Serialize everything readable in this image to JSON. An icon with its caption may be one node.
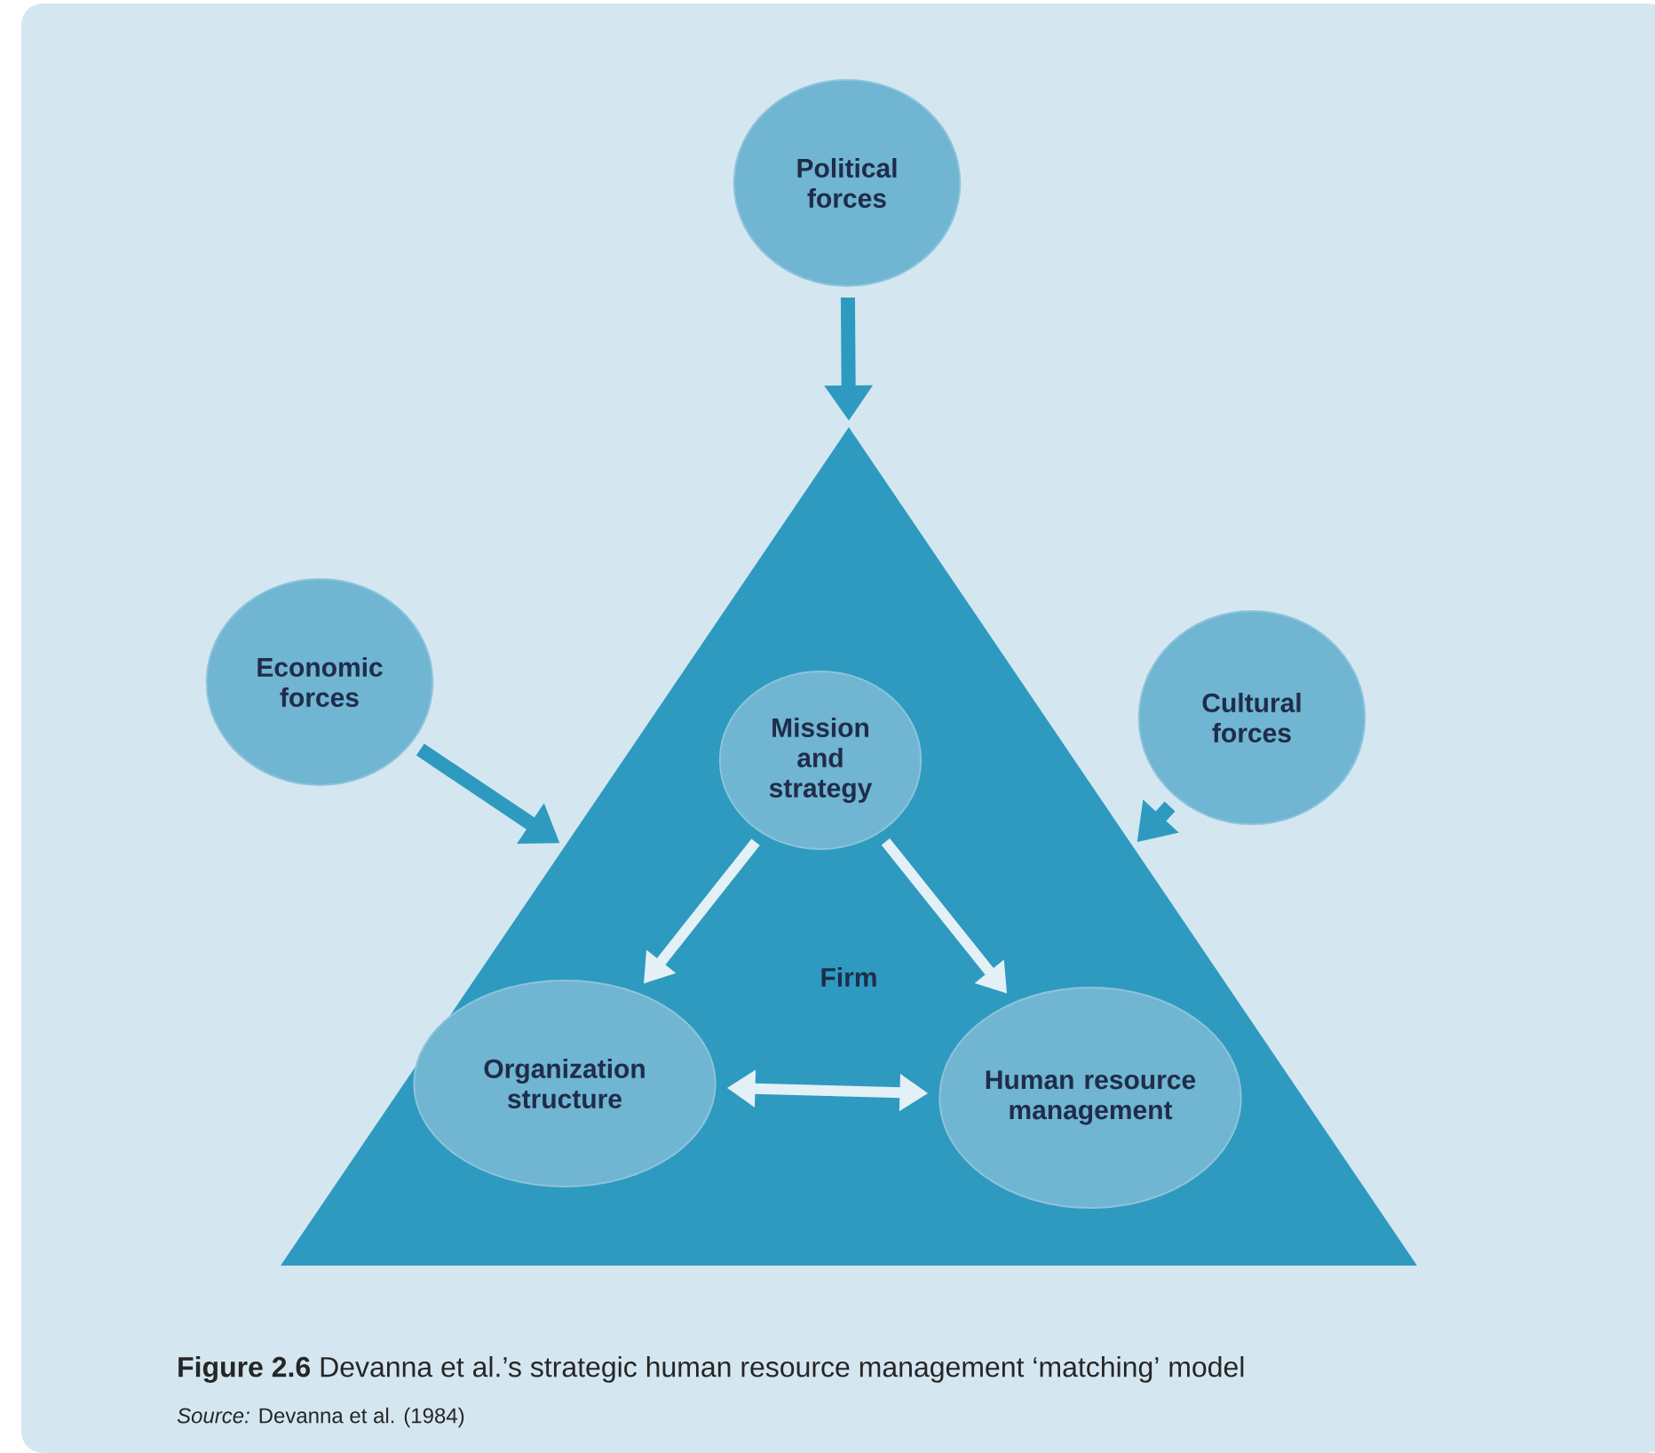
{
  "diagram": {
    "caption": "**Figure 2.6**  Devanna et al.’s strategic human resource management ‘matching’ model",
    "nodes": [
      {
        "text": [
          "Political forces"
        ]
      },
      {
        "text": [
          "Economic forces"
        ]
      },
      {
        "text": [
          "Cultural forces"
        ]
      },
      {
        "text": [
          "Firm"
        ]
      },
      {
        "text": [
          "Mission and strategy"
        ],
        "in": 3
      },
      {
        "text": [
          "Organization structure"
        ],
        "in": 3
      },
      {
        "text": [
          "Human resource management"
        ],
        "in": 3
      }
    ],
    "edges": [
      {
        "from": 0,
        "to": 3,
        "arrow": "to"
      },
      {
        "from": 1,
        "to": 3,
        "arrow": "to"
      },
      {
        "from": 2,
        "to": 3,
        "arrow": "to"
      },
      {
        "from": 4,
        "to": 5,
        "arrow": "to",
        "color": "#e3f0f6"
      },
      {
        "from": 4,
        "to": 6,
        "arrow": "to",
        "color": "#e3f0f6"
      },
      {
        "from": 5,
        "to": 6,
        "arrow": "both",
        "color": "#e3f0f6"
      }
    ],
    "labels": [
      "*Source:* Devanna et al. (1984)"
    ]
  }
}
